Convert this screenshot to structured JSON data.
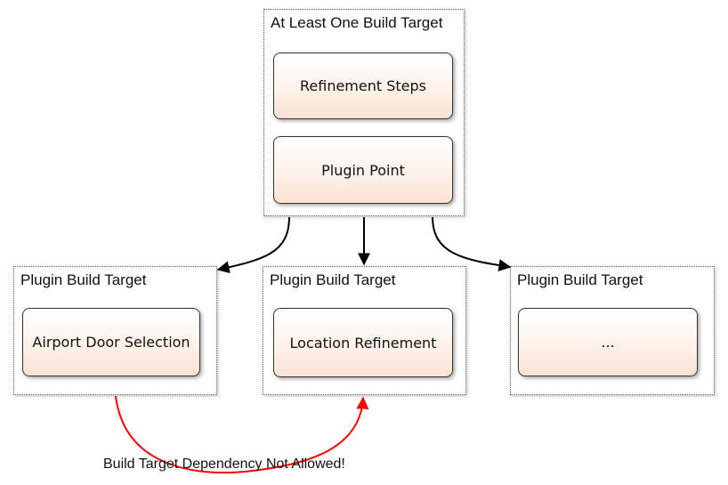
{
  "top_group": {
    "label": "At Least One Build Target",
    "nodes": [
      "Refinement Steps",
      "Plugin Point"
    ]
  },
  "plugin_groups": [
    {
      "label": "Plugin Build Target",
      "node": "Airport Door Selection"
    },
    {
      "label": "Plugin Build Target",
      "node": "Location Refinement"
    },
    {
      "label": "Plugin Build Target",
      "node": "..."
    }
  ],
  "dependency_note": "Build Target Dependency Not Allowed!",
  "colors": {
    "edge": "#000000",
    "forbidden_edge": "#ff0000",
    "node_gradient_top": "#ffffff",
    "node_gradient_bottom": "#fbe2d2"
  }
}
